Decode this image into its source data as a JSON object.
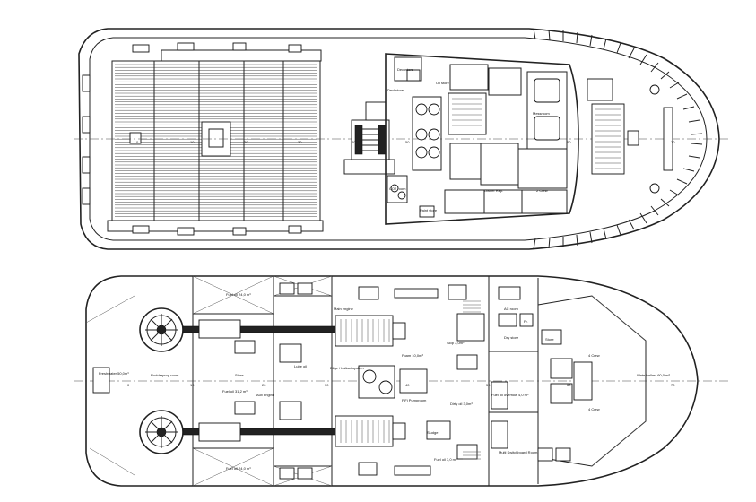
{
  "upper_deck": {
    "labels": {
      "deckstore": "Deckstore",
      "deckstore2": "Deckstore",
      "oil_store": "Oil store",
      "messroom": "Messroom",
      "owner_rep": "Owner Rep.",
      "crew2": "2 Crew",
      "paint_store": "Paint store",
      "co2": "CO2 room"
    },
    "frame_numbers": [
      "0",
      "10",
      "20",
      "30",
      "40",
      "50",
      "60",
      "70"
    ]
  },
  "lower_deck": {
    "labels": {
      "freshwater": "Freshwater 50,0m³",
      "rudder_room": "Rudderprop room",
      "store": "Store",
      "fuel_top": "Fuel oil 24,0 m³",
      "fuel_bottom": "Fuel oil 24,0 m³",
      "fuel_mid": "Fuel oil 31,2 m³",
      "main_engine": "Main engine",
      "foam": "Foam 10,0m³",
      "bilge": "Bilge / ballast system",
      "fifi": "FiFi Pumproom",
      "lube": "Lube oil",
      "dirty_oil": "Dirty oil 3,0m³",
      "slop": "Slop 3,0m³",
      "sludge": "Sludge",
      "ac_room": "AC room",
      "dry_store": "Dry store",
      "store2": "Store",
      "fridge": "Fr.",
      "crew4_top": "4 Crew",
      "crew4_bottom": "4 Crew",
      "waterballast": "Waterballast 60,0 m³",
      "fuel_overflow": "Fuel oil overflow 4,0 m³",
      "multi_room": "Multi Switchboard Room",
      "aux_engine": "Aux engine",
      "fuel_oil_3": "Fuel oil 3,0 m³"
    },
    "frame_numbers": [
      "0",
      "10",
      "20",
      "30",
      "40",
      "50",
      "60",
      "70"
    ]
  }
}
